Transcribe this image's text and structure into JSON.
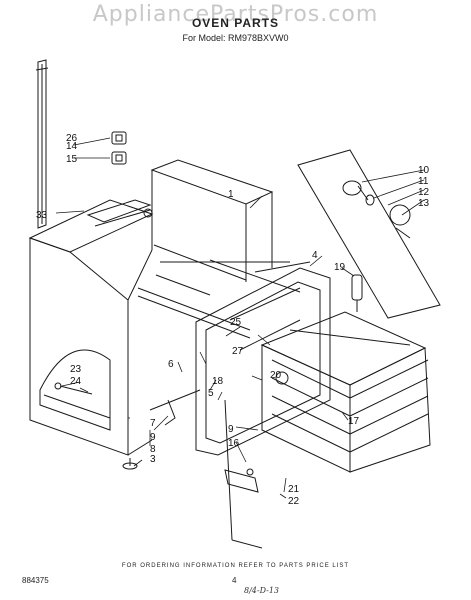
{
  "header": {
    "watermark": "AppliancePartsPros.com",
    "title": "OVEN PARTS",
    "model_line": "For Model: RM978BXVW0"
  },
  "callouts": [
    "1",
    "3",
    "4",
    "5",
    "6",
    "7",
    "8",
    "9",
    "9",
    "10",
    "11",
    "12",
    "13",
    "14",
    "15",
    "16",
    "17",
    "18",
    "19",
    "20",
    "21",
    "22",
    "23",
    "24",
    "25",
    "26",
    "27",
    "33"
  ],
  "footer": {
    "ordering_note": "FOR ORDERING INFORMATION REFER TO PARTS PRICE LIST",
    "code": "884375",
    "page_number": "4",
    "handwritten_note": "8/4-D-13"
  },
  "colors": {
    "line": "#1a1a1a",
    "watermark": "#c8c8c8",
    "background": "#ffffff"
  }
}
